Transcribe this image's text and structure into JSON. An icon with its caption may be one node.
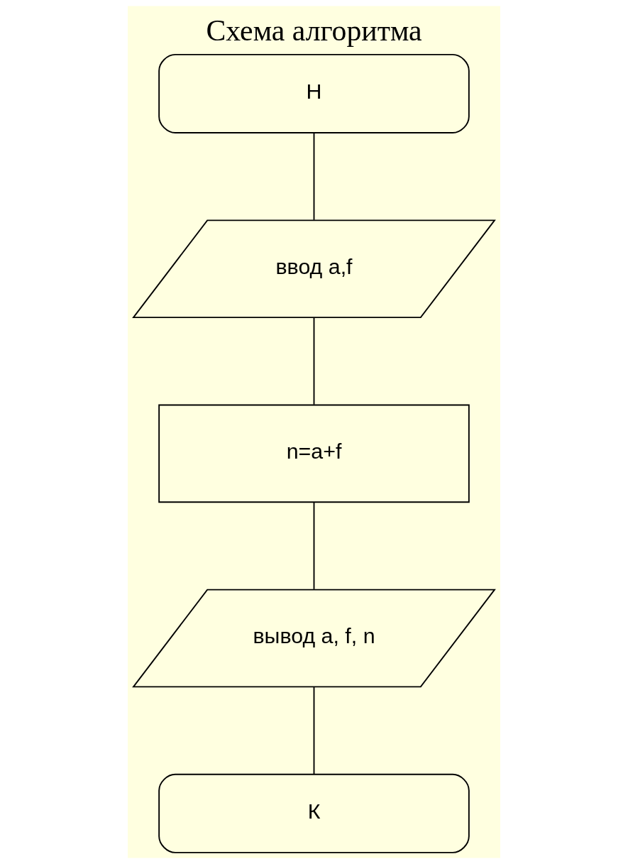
{
  "diagram": {
    "title": "Схема алгоритма",
    "nodes": [
      {
        "text": [
          "Н"
        ]
      },
      {
        "text": [
          "ввод a,f"
        ]
      },
      {
        "text": [
          "n=a+f"
        ]
      },
      {
        "text": [
          "вывод a, f, n"
        ]
      },
      {
        "text": [
          "К"
        ]
      }
    ],
    "edges": [
      {
        "from": 0,
        "to": 1,
        "arrow": "none"
      },
      {
        "from": 1,
        "to": 2,
        "arrow": "none"
      },
      {
        "from": 2,
        "to": 3,
        "arrow": "none"
      },
      {
        "from": 3,
        "to": 4,
        "arrow": "none"
      }
    ]
  }
}
